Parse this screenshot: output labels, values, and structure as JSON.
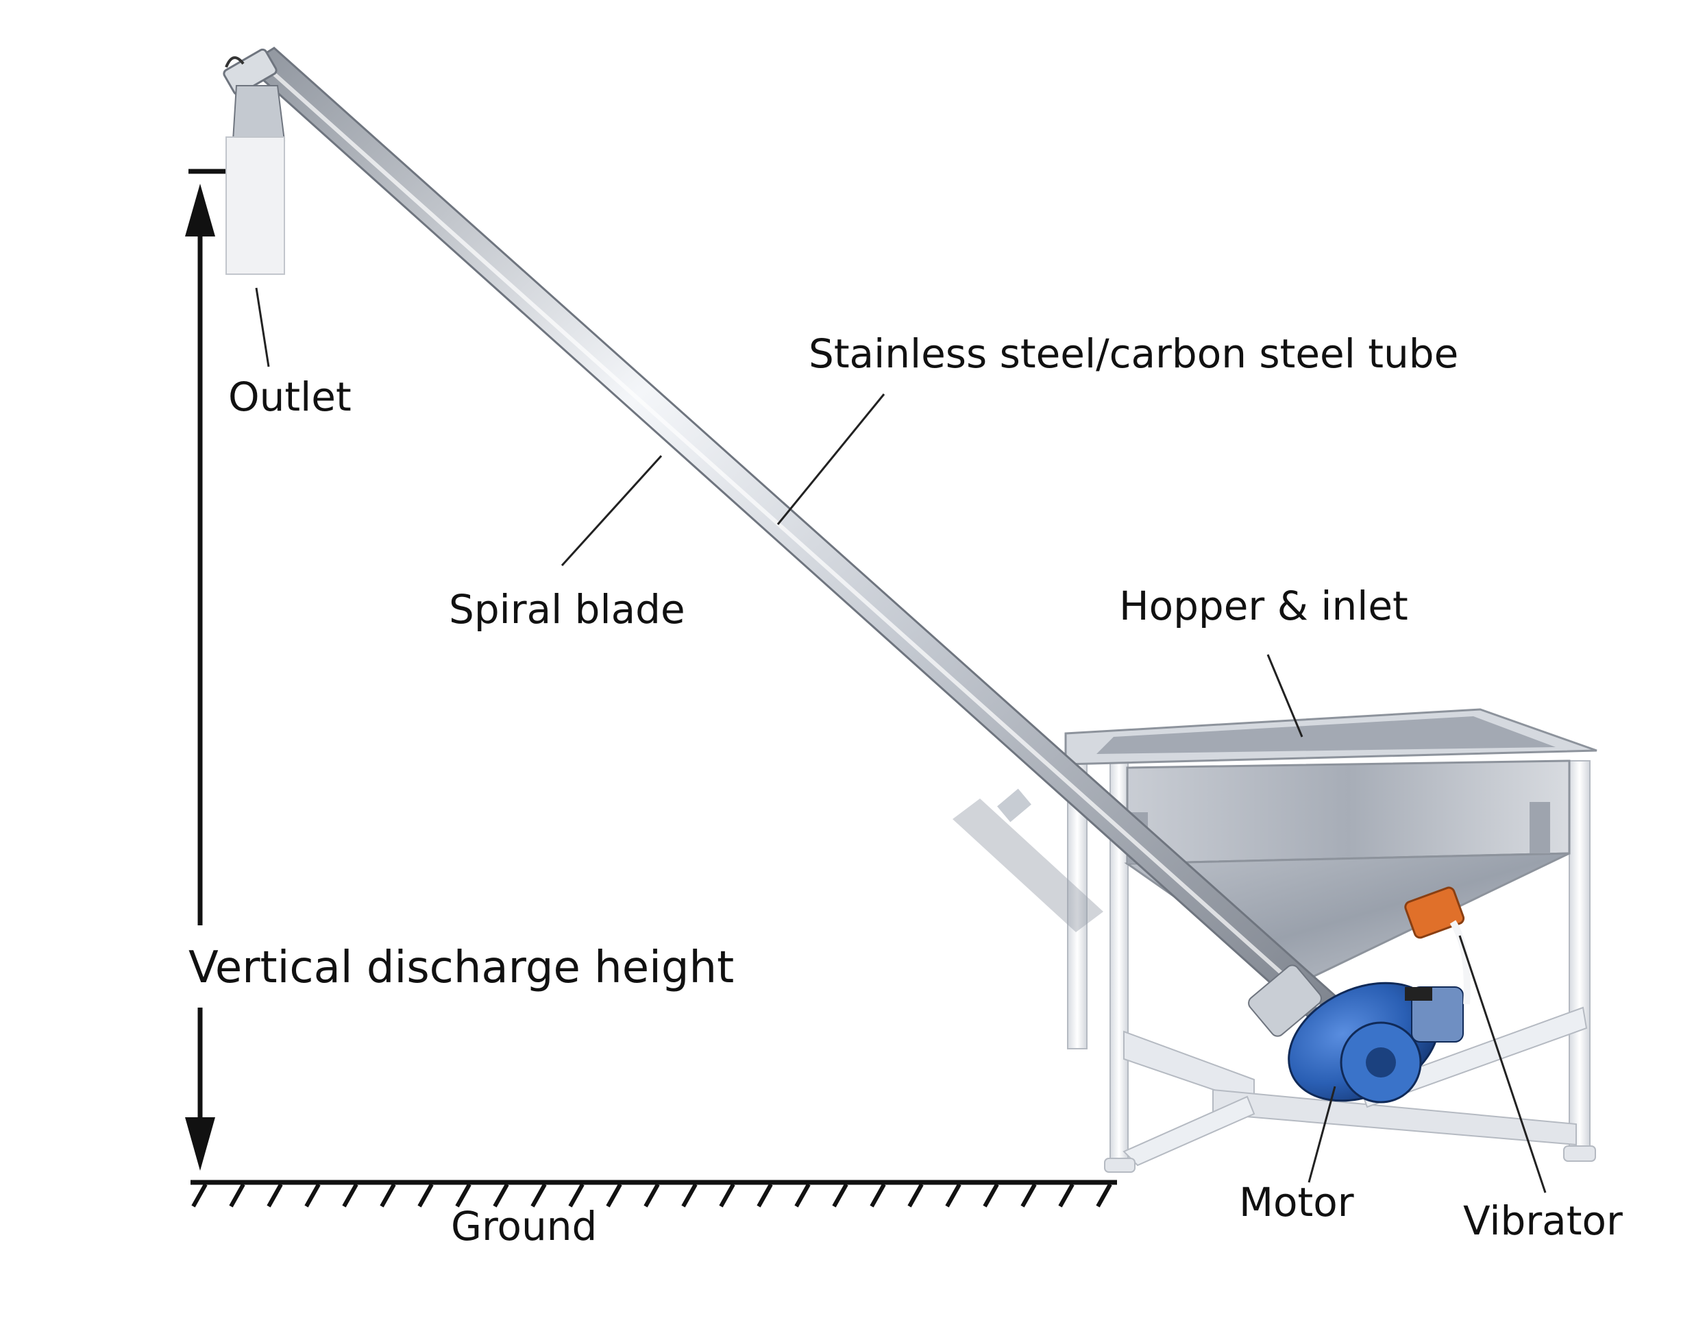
{
  "labels": {
    "outlet": "Outlet",
    "tube": "Stainless steel/carbon steel tube",
    "spiral_blade": "Spiral blade",
    "hopper": "Hopper & inlet",
    "height": "Vertical discharge height",
    "motor": "Motor",
    "vibrator": "Vibrator",
    "ground": "Ground"
  },
  "colors": {
    "ink": "#111111",
    "steel_light": "#eef0f4",
    "steel_mid": "#b8bec8",
    "steel_dark": "#7d848f",
    "motor_blue": "#2a5fb4",
    "vibrator_orange": "#e0702a",
    "frame_white": "#f1f3f6"
  }
}
